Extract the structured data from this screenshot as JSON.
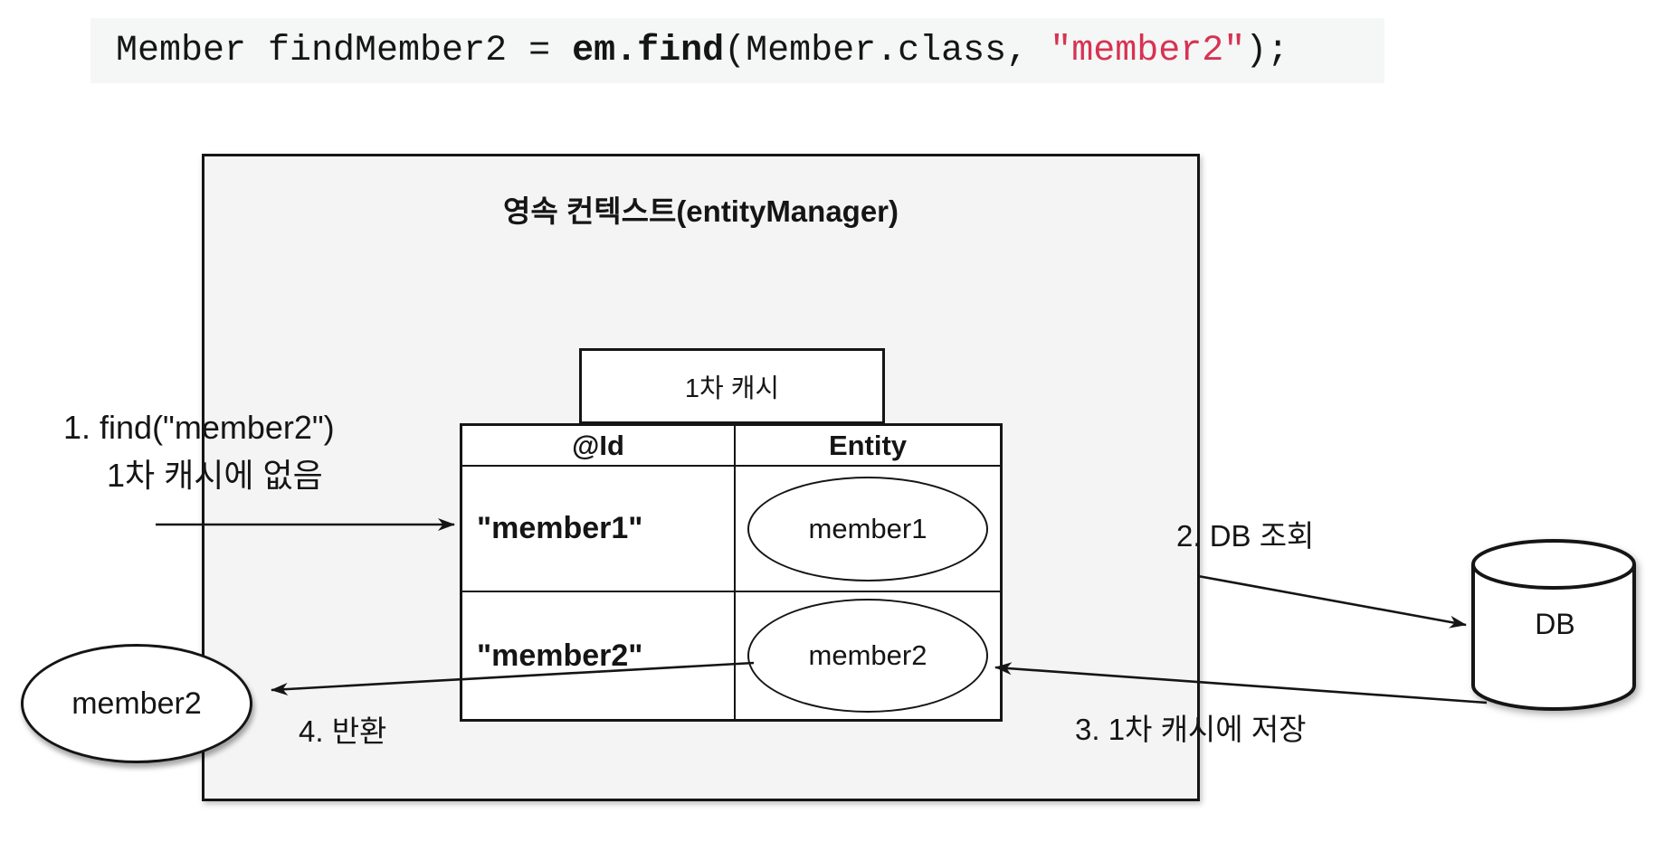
{
  "code": {
    "part1": "Member findMember2 = ",
    "part2": "em.find",
    "part3": "(Member.class, ",
    "part4": "\"member2\"",
    "part5": ");"
  },
  "context": {
    "title": "영속 컨텍스트(entityManager)"
  },
  "cache": {
    "label": "1차 캐시",
    "table": {
      "columns": [
        "@Id",
        "Entity"
      ],
      "rows": [
        {
          "id": "\"member1\"",
          "entity": "member1"
        },
        {
          "id": "\"member2\"",
          "entity": "member2"
        }
      ]
    }
  },
  "db": {
    "label": "DB"
  },
  "result_entity": {
    "label": "member2"
  },
  "steps": {
    "step1_line1": "1. find(\"member2\")",
    "step1_line2": "1차 캐시에 없음",
    "step2": "2. DB 조회",
    "step3": "3. 1차 캐시에 저장",
    "step4": "4. 반환"
  },
  "colors": {
    "accent_red": "#d63352",
    "context_box_bg": "#f4f4f4",
    "code_bg": "#f5f6f6",
    "line_color": "#151515"
  }
}
